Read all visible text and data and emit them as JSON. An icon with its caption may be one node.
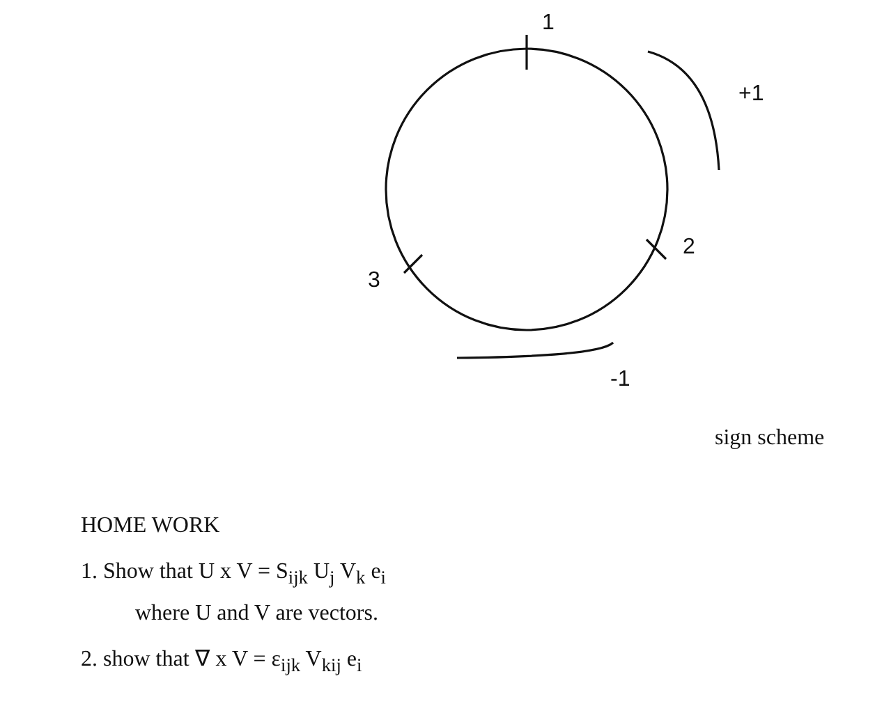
{
  "diagram": {
    "labels": [
      "1",
      "+1",
      "2",
      "3",
      "-1",
      "sign scheme",
      "HOME WORK",
      "1. Show that U x V = S$_{ijk}$ U$_{j}$ V$_{k}$ e$_{i}$",
      "where U and V are vectors.",
      "2. show that ∇ x V = ε$_{ijk}$ V$_{kij}$ e$_{i}$"
    ]
  }
}
